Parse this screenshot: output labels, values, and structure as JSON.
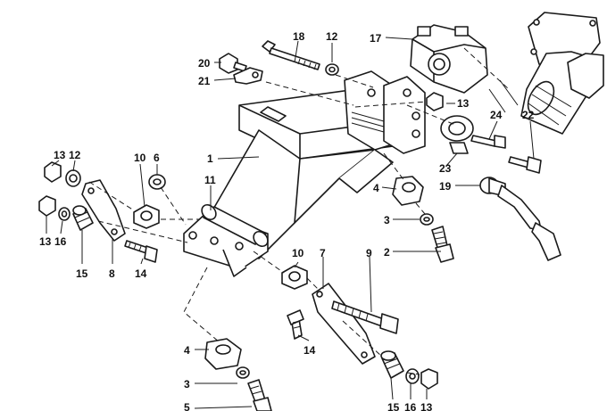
{
  "callouts": [
    {
      "id": "c18",
      "text": "18"
    },
    {
      "id": "c12a",
      "text": "12"
    },
    {
      "id": "c17",
      "text": "17"
    },
    {
      "id": "c20",
      "text": "20"
    },
    {
      "id": "c21",
      "text": "21"
    },
    {
      "id": "c13a",
      "text": "13"
    },
    {
      "id": "c24",
      "text": "24"
    },
    {
      "id": "c22",
      "text": "22"
    },
    {
      "id": "c1",
      "text": "1"
    },
    {
      "id": "c13b",
      "text": "13"
    },
    {
      "id": "c12b",
      "text": "12"
    },
    {
      "id": "c10a",
      "text": "10"
    },
    {
      "id": "c6",
      "text": "6"
    },
    {
      "id": "c23",
      "text": "23"
    },
    {
      "id": "c11",
      "text": "11"
    },
    {
      "id": "c4a",
      "text": "4"
    },
    {
      "id": "c19",
      "text": "19"
    },
    {
      "id": "c13c",
      "text": "13"
    },
    {
      "id": "c16a",
      "text": "16"
    },
    {
      "id": "c3a",
      "text": "3"
    },
    {
      "id": "c2",
      "text": "2"
    },
    {
      "id": "c15a",
      "text": "15"
    },
    {
      "id": "c8",
      "text": "8"
    },
    {
      "id": "c14a",
      "text": "14"
    },
    {
      "id": "c10b",
      "text": "10"
    },
    {
      "id": "c7",
      "text": "7"
    },
    {
      "id": "c9",
      "text": "9"
    },
    {
      "id": "c14b",
      "text": "14"
    },
    {
      "id": "c4b",
      "text": "4"
    },
    {
      "id": "c3b",
      "text": "3"
    },
    {
      "id": "c5",
      "text": "5"
    },
    {
      "id": "c15b",
      "text": "15"
    },
    {
      "id": "c16b",
      "text": "16"
    },
    {
      "id": "c13d",
      "text": "13"
    }
  ]
}
